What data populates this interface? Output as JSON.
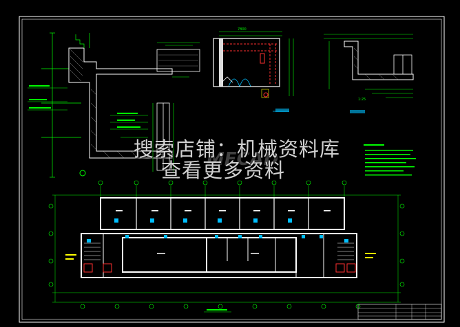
{
  "watermark": {
    "line1": "搜索店铺：机械资料库",
    "line2": "查看更多资料"
  },
  "colors": {
    "background": "#000000",
    "border": "#ffffff",
    "walls": "#ffffff",
    "dimensions": "#00ff00",
    "details": "#00ff00",
    "accent_red": "#ff3030",
    "accent_blue": "#00bfff",
    "accent_yellow": "#ffff00",
    "hatch": "#cccccc"
  },
  "drawing": {
    "top_dim": "7800",
    "section_label": "1:25"
  }
}
